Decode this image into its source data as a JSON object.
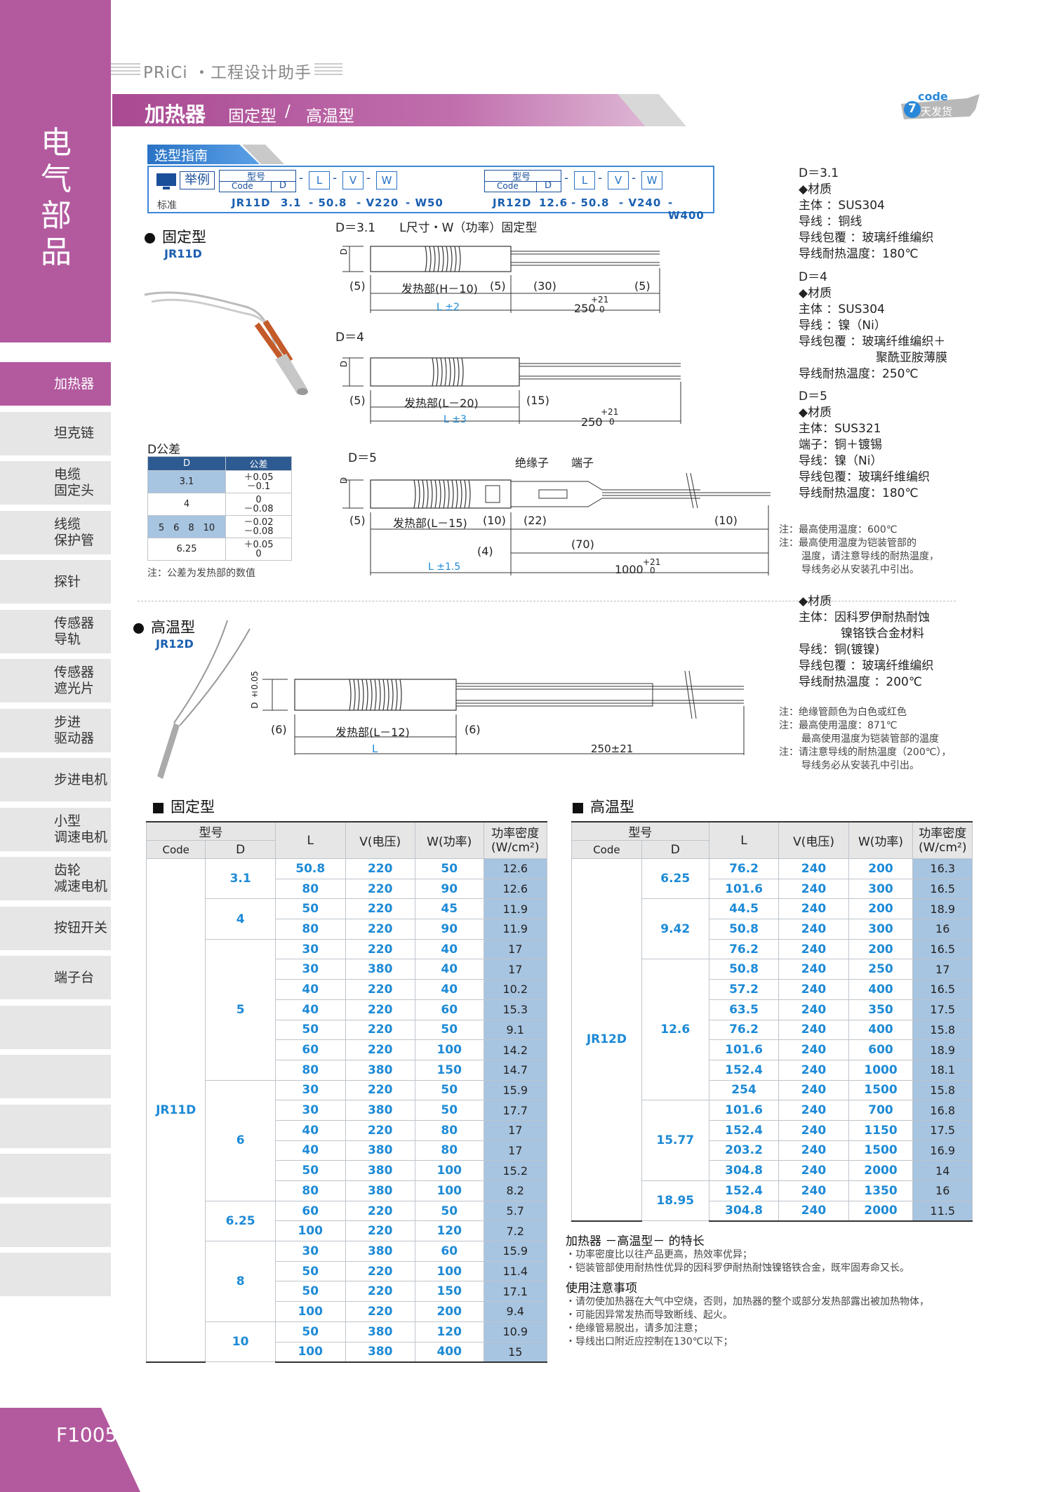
{
  "header": {
    "brand": "PRiCi ・工程设计助手",
    "title_main": "加热器",
    "title_sub1": "固定型",
    "title_slash": "/",
    "title_sub2": "高温型",
    "code_badge_top": "code",
    "code_badge_num": "7",
    "code_badge_text": "天发货"
  },
  "sidebar": {
    "category": "电气部品",
    "items": [
      {
        "label": "加热器",
        "active": true
      },
      {
        "label": "坦克链"
      },
      {
        "label": "电缆\n固定头"
      },
      {
        "label": "线缆\n保护管"
      },
      {
        "label": "探针"
      },
      {
        "label": "传感器\n导轨"
      },
      {
        "label": "传感器\n遮光片"
      },
      {
        "label": "步进\n驱动器"
      },
      {
        "label": "步进电机"
      },
      {
        "label": "小型\n调速电机"
      },
      {
        "label": "齿轮\n减速电机"
      },
      {
        "label": "按钮开关"
      },
      {
        "label": "端子台"
      },
      {
        "label": ""
      },
      {
        "label": ""
      },
      {
        "label": ""
      },
      {
        "label": ""
      },
      {
        "label": ""
      },
      {
        "label": ""
      }
    ],
    "page_number": "F1005"
  },
  "guide": {
    "title": "选型指南",
    "example_label": "举例",
    "standard_label": "标准",
    "type_label": "型号",
    "code_label": "Code",
    "d_label": "D",
    "l_label": "L",
    "v_label": "V",
    "w_label": "W",
    "dash": "-",
    "ex1": {
      "code": "JR11D",
      "d": "3.1",
      "l": "- 50.8",
      "v": "- V220",
      "w": "- W50"
    },
    "ex2": {
      "code": "JR12D",
      "d": "12.6",
      "l": "- 50.8",
      "v": "- V240",
      "w": "- W400"
    }
  },
  "fixed": {
    "heading": "固定型",
    "code": "JR11D",
    "diagram_title": "D＝3.1　　L尺寸・W（功率）固定型",
    "d31": {
      "left": "(5)",
      "heat": "发热部(H－10)",
      "right": "(5)",
      "lead": "(30)",
      "lead_end": "(5)",
      "l": "L ±2",
      "len": "250",
      "tol": "+21",
      "tol0": "0",
      "d": "D"
    },
    "d4_label": "D＝4",
    "d4": {
      "left": "(5)",
      "heat": "发热部(L－20)",
      "right": "(15)",
      "l": "L ±3",
      "len": "250",
      "tol": "+21",
      "tol0": "0",
      "d": "D"
    },
    "d5_label": "D＝5",
    "d5": {
      "insulator": "绝缘子",
      "terminal": "端子",
      "left": "(5)",
      "heat": "发热部(L－15)",
      "right": "(10)",
      "lead": "(22)",
      "lead_end": "(10)",
      "four": "(4)",
      "seventy": "(70)",
      "l": "L ±1.5",
      "len": "1000",
      "tol": "+21",
      "tol0": "0",
      "d": "D"
    }
  },
  "tolerance": {
    "title": "D公差",
    "headers": [
      "D",
      "公差"
    ],
    "rows": [
      {
        "d": "3.1",
        "tol1": "＋0.05",
        "tol2": "－0.1"
      },
      {
        "d": "4",
        "tol1": "0",
        "tol2": "－0.08"
      },
      {
        "d": "5　6　8　10",
        "tol1": "－0.02",
        "tol2": "－0.08"
      },
      {
        "d": "6.25",
        "tol1": "＋0.05",
        "tol2": "0"
      }
    ],
    "note": "注：公差为发热部的数值"
  },
  "specs": {
    "d31": {
      "title": "D＝3.1",
      "mat": "◆材质",
      "l1": "主体 ：SUS304",
      "l2": "导线 ：铜线",
      "l3": "导线包覆 ：玻璃纤维编织",
      "l4": "导线耐热温度：180℃"
    },
    "d4": {
      "title": "D＝4",
      "mat": "◆材质",
      "l1": "主体 ：SUS304",
      "l2": "导线 ：镍（Ni）",
      "l3": "导线包覆 ：玻璃纤维编织＋",
      "l3b": "聚酰亚胺薄膜",
      "l4": "导线耐热温度：250℃"
    },
    "d5": {
      "title": "D＝5",
      "mat": "◆材质",
      "l1": "主体：SUS321",
      "l2": "端子：铜＋镀锡",
      "l3": "导线：镍（Ni）",
      "l4": "导线包覆：玻璃纤维编织",
      "l5": "导线耐热温度：180℃"
    },
    "note1": "注：最高使用温度：600℃",
    "note2": "注：最高使用温度为铠装管部的",
    "note3": "温度，请注意导线的耐热温度，",
    "note4": "导线务必从安装孔中引出。"
  },
  "hightemp": {
    "heading": "高温型",
    "code": "JR12D",
    "dim": {
      "d": "D ±0.05",
      "left": "(6)",
      "heat": "发热部(L－12)",
      "right": "(6)",
      "l": "L",
      "len": "250±21"
    },
    "mat": "◆材质",
    "l1": "主体：因科罗伊耐热耐蚀",
    "l1b": "镍铬铁合金材料",
    "l2": "导线：铜(镀镍)",
    "l3": "导线包覆 ：玻璃纤维编织",
    "l4": "导线耐热温度 ：200℃",
    "note1": "注：绝缘管颜色为白色或红色",
    "note2": "注：最高使用温度：871℃",
    "note3": "最高使用温度为铠装管部的温度",
    "note4": "注：请注意导线的耐热温度（200℃），",
    "note5": "导线务必从安装孔中引出。"
  },
  "table_fixed": {
    "heading": "固定型",
    "h_type": "型号",
    "h_code": "Code",
    "h_d": "D",
    "h_l": "L",
    "h_v": "V(电压)",
    "h_w": "W(功率)",
    "h_p": "功率密度",
    "h_p2": "(W/cm²)",
    "code": "JR11D",
    "groups": [
      {
        "d": "3.1",
        "rows": [
          [
            "50.8",
            "220",
            "50",
            "12.6"
          ],
          [
            "80",
            "220",
            "90",
            "12.6"
          ]
        ]
      },
      {
        "d": "4",
        "rows": [
          [
            "50",
            "220",
            "45",
            "11.9"
          ],
          [
            "80",
            "220",
            "90",
            "11.9"
          ]
        ]
      },
      {
        "d": "5",
        "rows": [
          [
            "30",
            "220",
            "40",
            "17"
          ],
          [
            "30",
            "380",
            "40",
            "17"
          ],
          [
            "40",
            "220",
            "40",
            "10.2"
          ],
          [
            "40",
            "220",
            "60",
            "15.3"
          ],
          [
            "50",
            "220",
            "50",
            "9.1"
          ],
          [
            "60",
            "220",
            "100",
            "14.2"
          ],
          [
            "80",
            "380",
            "150",
            "14.7"
          ]
        ]
      },
      {
        "d": "6",
        "rows": [
          [
            "30",
            "220",
            "50",
            "15.9"
          ],
          [
            "30",
            "380",
            "50",
            "17.7"
          ],
          [
            "40",
            "220",
            "80",
            "17"
          ],
          [
            "40",
            "380",
            "80",
            "17"
          ],
          [
            "50",
            "380",
            "100",
            "15.2"
          ],
          [
            "80",
            "380",
            "100",
            "8.2"
          ]
        ]
      },
      {
        "d": "6.25",
        "rows": [
          [
            "60",
            "220",
            "50",
            "5.7"
          ],
          [
            "100",
            "220",
            "120",
            "7.2"
          ]
        ]
      },
      {
        "d": "8",
        "rows": [
          [
            "30",
            "380",
            "60",
            "15.9"
          ],
          [
            "50",
            "220",
            "100",
            "11.4"
          ],
          [
            "50",
            "220",
            "150",
            "17.1"
          ],
          [
            "100",
            "220",
            "200",
            "9.4"
          ]
        ]
      },
      {
        "d": "10",
        "rows": [
          [
            "50",
            "380",
            "120",
            "10.9"
          ],
          [
            "100",
            "380",
            "400",
            "15"
          ]
        ]
      }
    ]
  },
  "table_high": {
    "heading": "高温型",
    "h_type": "型号",
    "h_code": "Code",
    "h_d": "D",
    "h_l": "L",
    "h_v": "V(电压)",
    "h_w": "W(功率)",
    "h_p": "功率密度",
    "h_p2": "(W/cm²)",
    "code": "JR12D",
    "groups": [
      {
        "d": "6.25",
        "rows": [
          [
            "76.2",
            "240",
            "200",
            "16.3"
          ],
          [
            "101.6",
            "240",
            "300",
            "16.5"
          ]
        ]
      },
      {
        "d": "9.42",
        "rows": [
          [
            "44.5",
            "240",
            "200",
            "18.9"
          ],
          [
            "50.8",
            "240",
            "300",
            "16"
          ],
          [
            "76.2",
            "240",
            "200",
            "16.5"
          ]
        ]
      },
      {
        "d": "12.6",
        "rows": [
          [
            "50.8",
            "240",
            "250",
            "17"
          ],
          [
            "57.2",
            "240",
            "400",
            "16.5"
          ],
          [
            "63.5",
            "240",
            "350",
            "17.5"
          ],
          [
            "76.2",
            "240",
            "400",
            "15.8"
          ],
          [
            "101.6",
            "240",
            "600",
            "18.9"
          ],
          [
            "152.4",
            "240",
            "1000",
            "18.1"
          ],
          [
            "254",
            "240",
            "1500",
            "15.8"
          ]
        ]
      },
      {
        "d": "15.77",
        "rows": [
          [
            "101.6",
            "240",
            "700",
            "16.8"
          ],
          [
            "152.4",
            "240",
            "1150",
            "17.5"
          ],
          [
            "203.2",
            "240",
            "1500",
            "16.9"
          ],
          [
            "304.8",
            "240",
            "2000",
            "14"
          ]
        ]
      },
      {
        "d": "18.95",
        "rows": [
          [
            "152.4",
            "240",
            "1350",
            "16"
          ],
          [
            "304.8",
            "240",
            "2000",
            "11.5"
          ]
        ]
      }
    ]
  },
  "features": {
    "title": "加热器 －高温型－ 的特长",
    "f1": "・功率密度比以往产品更高，热效率优异；",
    "f2": "・铠装管部使用耐热性优异的因科罗伊耐热耐蚀镍铬铁合金，既牢固寿命又长。",
    "caution_title": "使用注意事项",
    "c1": "・请勿使加热器在大气中空烧，否则，加热器的整个或部分发热部露出被加热物体，",
    "c2": "・可能因异常发热而导致断线、起火。",
    "c3": "・绝缘管易脱出，请多加注意；",
    "c4": "・导线出口附近应控制在130℃以下；"
  }
}
